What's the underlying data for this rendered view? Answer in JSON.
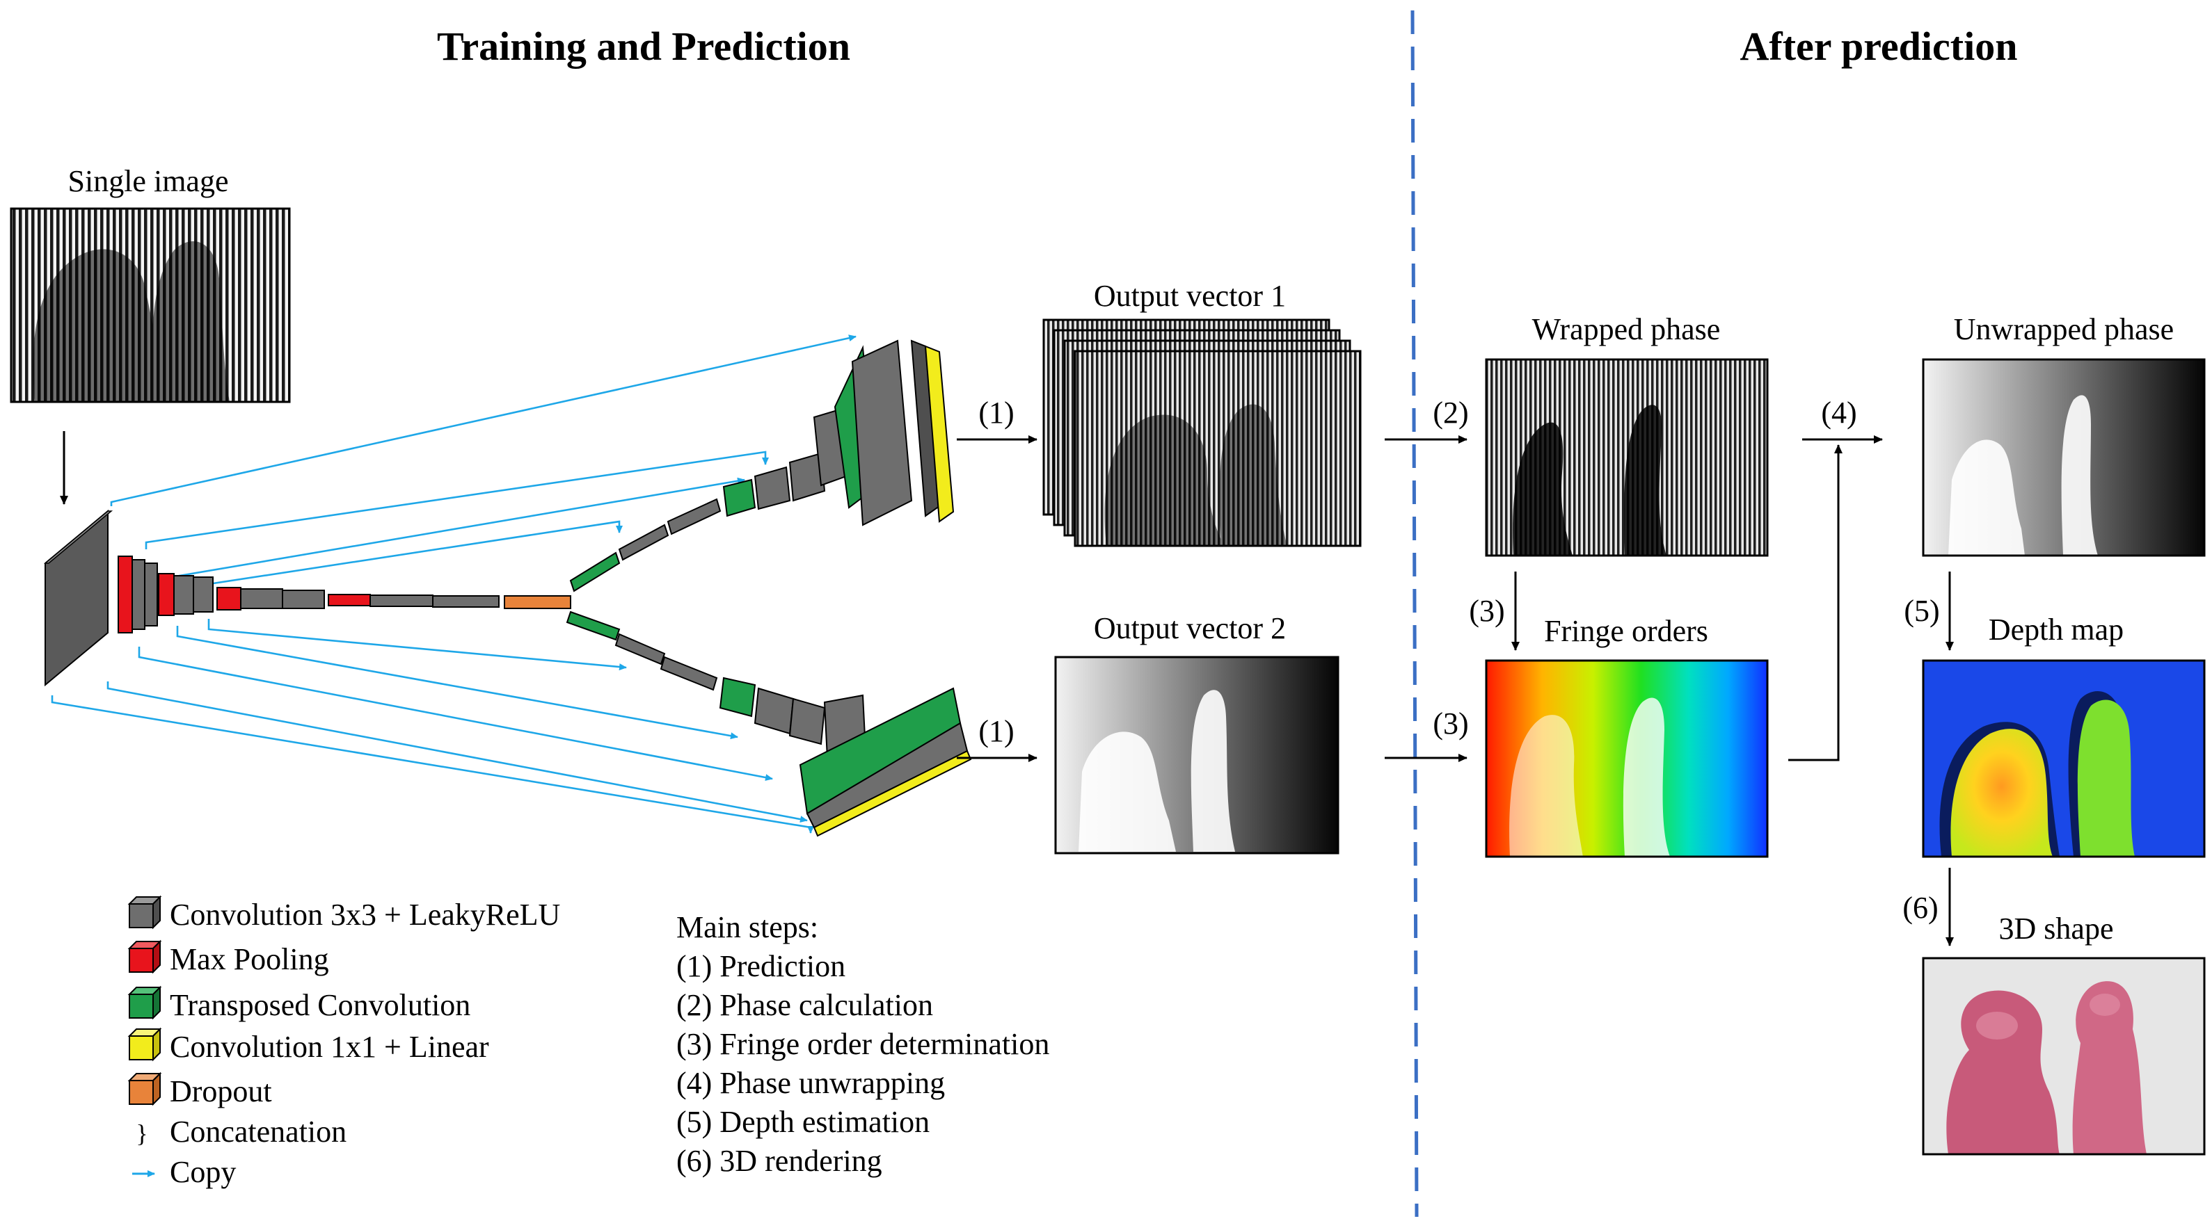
{
  "headers": {
    "left": "Training and Prediction",
    "right": "After prediction"
  },
  "images": {
    "input": "Single image",
    "output1": "Output vector 1",
    "output2": "Output vector 2",
    "wrapped": "Wrapped phase",
    "fringe": "Fringe orders",
    "unwrapped": "Unwrapped phase",
    "depth": "Depth map",
    "shape": "3D shape"
  },
  "arrow_labels": {
    "a1_top": "(1)",
    "a1_bottom": "(1)",
    "a2": "(2)",
    "a3_top": "(3)",
    "a3_bottom": "(3)",
    "a4": "(4)",
    "a5": "(5)",
    "a6": "(6)"
  },
  "legend": {
    "items": [
      {
        "label": "Convolution 3x3 + LeakyReLU",
        "color": "#6e6e6e"
      },
      {
        "label": "Max Pooling",
        "color": "#e8141c"
      },
      {
        "label": "Transposed Convolution",
        "color": "#1f9e4a"
      },
      {
        "label": "Convolution 1x1 + Linear",
        "color": "#f2ec1c"
      },
      {
        "label": "Dropout",
        "color": "#e8833a"
      }
    ],
    "concat_symbol": "}",
    "concat_label": "Concatenation",
    "copy_symbol": "→",
    "copy_label": "Copy"
  },
  "steps": {
    "heading": "Main steps:",
    "items": [
      "(1) Prediction",
      "(2) Phase calculation",
      "(3) Fringe order determination",
      "(4) Phase unwrapping",
      "(5) Depth estimation",
      "(6) 3D rendering"
    ]
  },
  "colors": {
    "divider": "#3b6fc4",
    "copy_arrow": "#1ea7e8",
    "conv": "#6e6e6e",
    "pool": "#e8141c",
    "transposed": "#1f9e4a",
    "conv1x1": "#f2ec1c",
    "dropout": "#e8833a"
  }
}
